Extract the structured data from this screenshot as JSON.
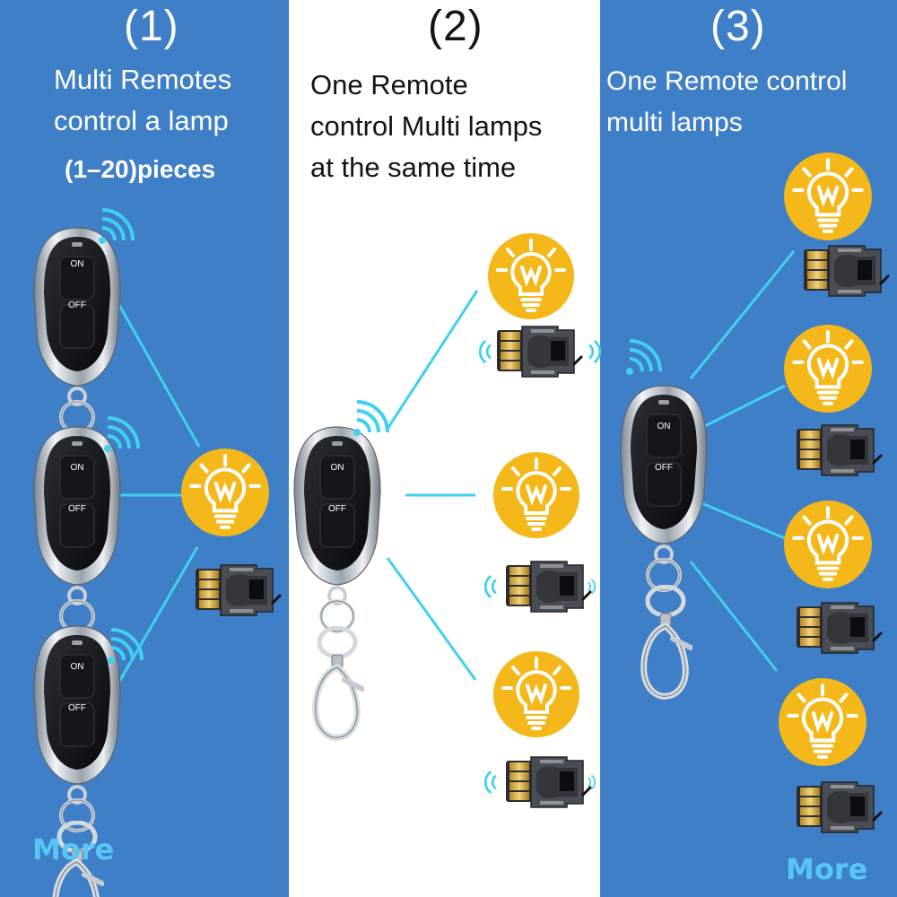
{
  "panels": [
    {
      "number": "(1)",
      "caption": [
        "Multi Remotes",
        "control a lamp"
      ],
      "note": "(1–20)pieces",
      "more": "More"
    },
    {
      "number": "(2)",
      "caption": [
        "One Remote",
        "control Multi lamps",
        "at the same time"
      ]
    },
    {
      "number": "(3)",
      "caption": [
        "One Remote control",
        "multi lamps"
      ],
      "more": "More"
    }
  ],
  "remote": {
    "on": "ON",
    "off": "OFF"
  },
  "bulb": {
    "letter": "W"
  },
  "colors": {
    "panel_blue": "#3f7fc8",
    "bulb_yellow": "#f5b81a",
    "line_cyan": "#3fd1ee",
    "more_blue": "#55c6f5"
  }
}
